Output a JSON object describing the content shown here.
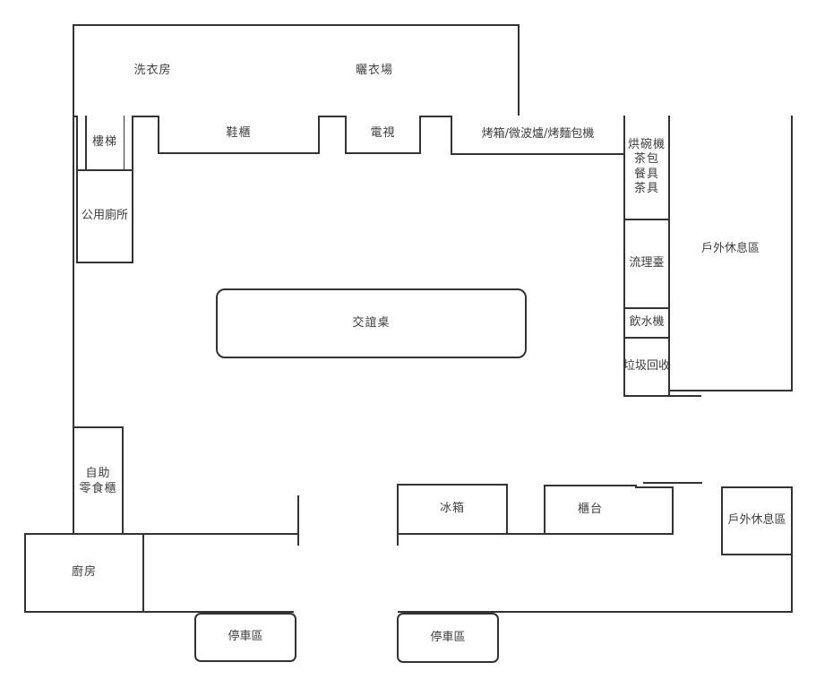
{
  "diagram": {
    "type": "floor-plan",
    "background": "#ffffff",
    "line_color": "#333333",
    "text_color": "#3d3d3d"
  },
  "rooms": {
    "laundry": {
      "label": "洗衣房"
    },
    "drying_area": {
      "label": "曬衣場"
    },
    "stairs": {
      "label": "樓梯"
    },
    "public_toilet": {
      "label": "公用廁所"
    },
    "shoe_cabinet": {
      "label": "鞋櫃"
    },
    "tv": {
      "label": "電視"
    },
    "oven_set": {
      "label": "烤箱/微波爐/烤麵包機"
    },
    "dish_dryer_tea": {
      "label": "烘碗機\n茶包\n餐具\n茶具"
    },
    "sink_counter": {
      "label": "流理臺"
    },
    "water_dispenser": {
      "label": "飲水機"
    },
    "garbage_recycle": {
      "label": "垃圾回收"
    },
    "outdoor_rest_upper": {
      "label": "戶外休息區"
    },
    "social_table": {
      "label": "交誼桌"
    },
    "snack_cabinet": {
      "label": "自助\n零食櫃"
    },
    "kitchen": {
      "label": "廚房"
    },
    "fridge": {
      "label": "冰箱"
    },
    "counter": {
      "label": "櫃台"
    },
    "outdoor_rest_lower": {
      "label": "戶外休息區"
    },
    "parking_left": {
      "label": "停車區"
    },
    "parking_right": {
      "label": "停車區"
    }
  }
}
